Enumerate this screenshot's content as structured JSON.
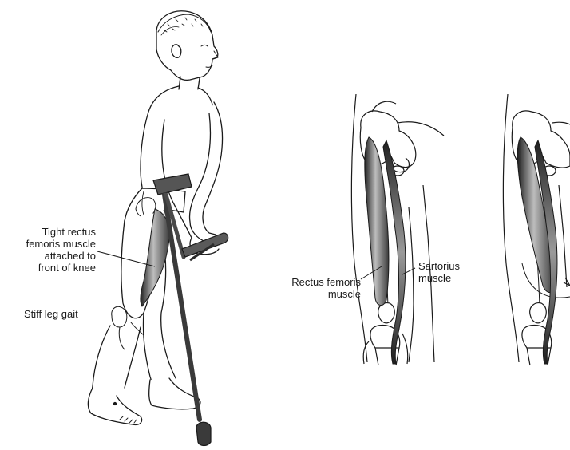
{
  "labels": {
    "tight_rectus": [
      "Tight rectus",
      "femoris muscle",
      "attached to",
      "front of knee"
    ],
    "stiff_leg": "Stiff leg gait",
    "rectus_femoris": [
      "Rectus femoris",
      "muscle"
    ],
    "sartorius": [
      "Sartorius",
      "muscle"
    ]
  },
  "colors": {
    "line": "#1a1a1a",
    "muscle_dark": "#2b2b2b",
    "muscle_light": "#cfcfcf",
    "crutch": "#4a4a4a"
  }
}
